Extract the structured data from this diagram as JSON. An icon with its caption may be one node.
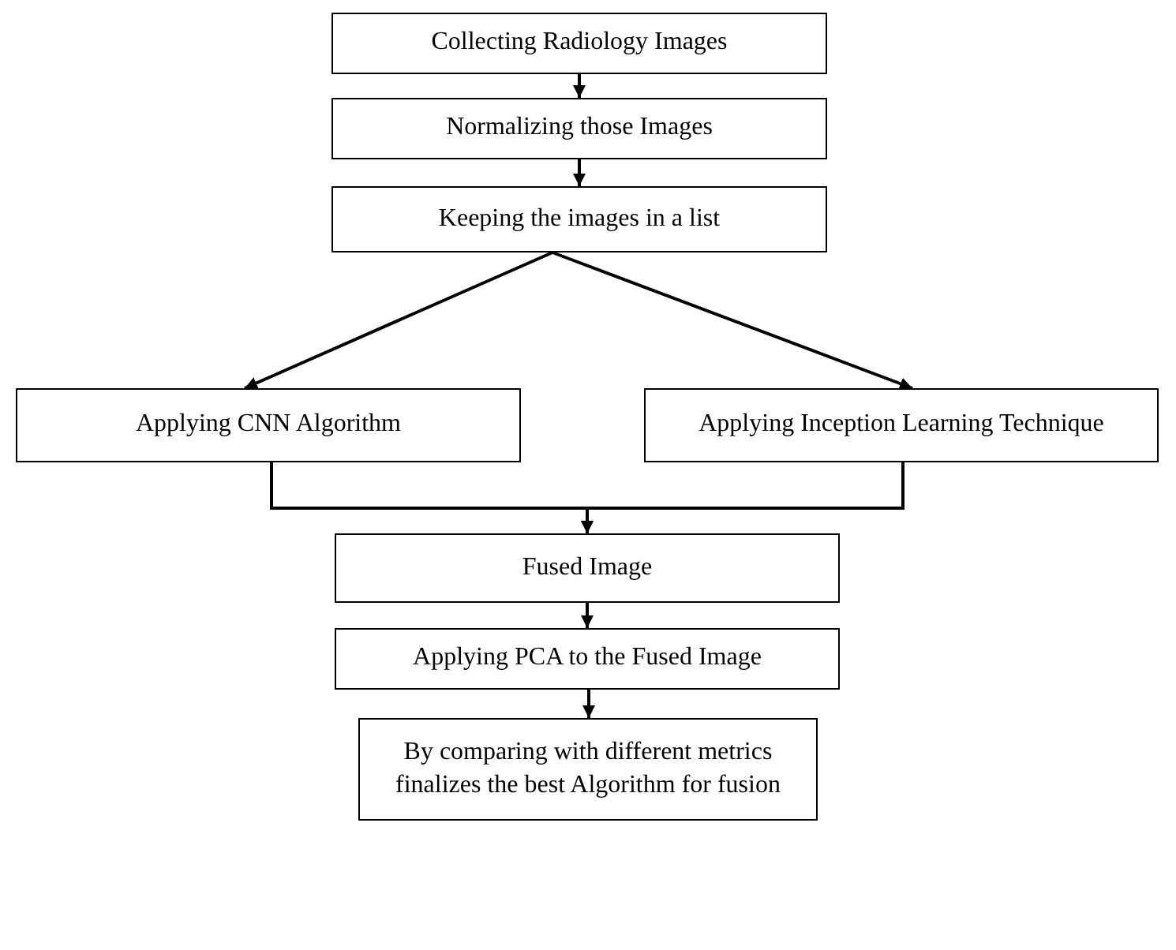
{
  "diagram": {
    "nodes": [
      {
        "text": [
          "Collecting Radiology Images"
        ]
      },
      {
        "text": [
          "Normalizing those Images"
        ]
      },
      {
        "text": [
          "Keeping the images in a list"
        ]
      },
      {
        "text": [
          "Applying CNN Algorithm"
        ]
      },
      {
        "text": [
          "Applying Inception Learning Technique"
        ]
      },
      {
        "text": [
          "Fused Image"
        ]
      },
      {
        "text": [
          "Applying PCA to the Fused Image"
        ]
      },
      {
        "text": [
          "By comparing with different metrics finalizes the best Algorithm for fusion"
        ]
      }
    ],
    "edges": [
      {
        "from": 0,
        "to": 1,
        "arrow": "to"
      },
      {
        "from": 1,
        "to": 2,
        "arrow": "to"
      },
      {
        "from": 2,
        "to": 3,
        "arrow": "to"
      },
      {
        "from": 2,
        "to": 4,
        "arrow": "to"
      },
      {
        "from": 3,
        "to": 5,
        "arrow": "to"
      },
      {
        "from": 4,
        "to": 5,
        "arrow": "to"
      },
      {
        "from": 5,
        "to": 6,
        "arrow": "to"
      },
      {
        "from": 6,
        "to": 7,
        "arrow": "to"
      }
    ]
  }
}
